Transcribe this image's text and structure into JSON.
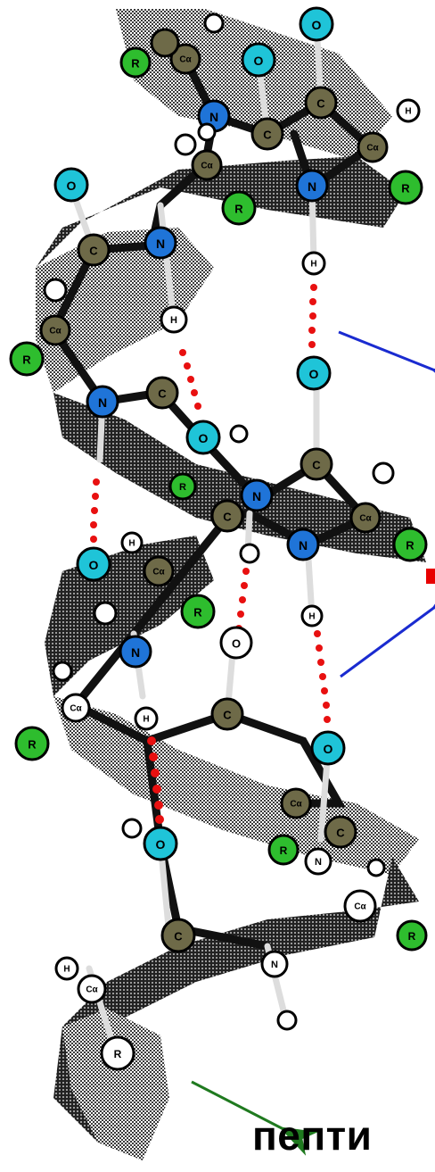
{
  "caption": "пепти",
  "colors": {
    "carbon": "#6e6a48",
    "nitrogen": "#1f74d8",
    "oxygen": "#1fc4d8",
    "r_group": "#2ebd2e",
    "hydrogen": "#ffffff",
    "hbond": "#e81010",
    "arrow_blue": "#1a2bd0",
    "arrow_green": "#1f7a1f",
    "ribbon": "#4a4a4a"
  },
  "atoms": {
    "carbon": "C",
    "nitrogen": "N",
    "oxygen": "O",
    "r_group": "R",
    "hydrogen": "H",
    "alpha_carbon": "Cα"
  }
}
